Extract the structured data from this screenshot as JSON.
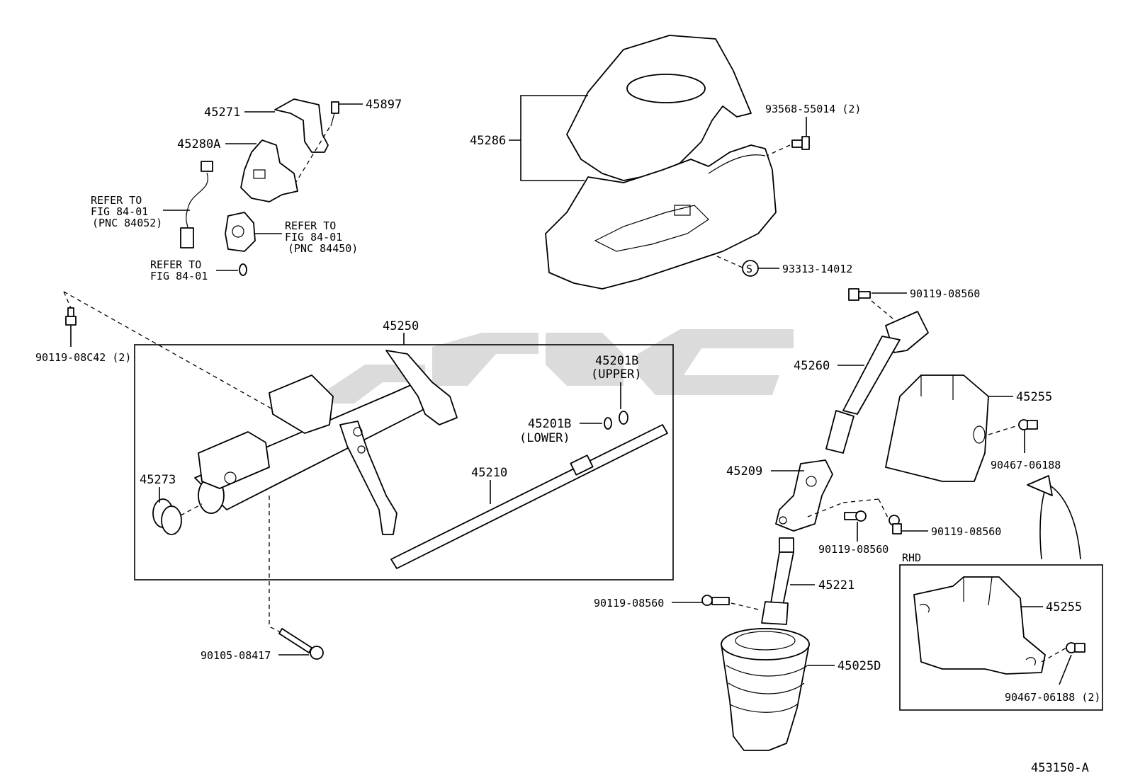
{
  "diagram_id": "453150-A",
  "parts": {
    "p45271": "45271",
    "p45897": "45897",
    "p45280A": "45280A",
    "p45286": "45286",
    "p93568": "93568-55014 (2)",
    "p93313": "93313-14012",
    "p90119_08C42": "90119-08C42 (2)",
    "p45250": "45250",
    "p45201B_upper_num": "45201B",
    "p45201B_upper_tag": "(UPPER)",
    "p45201B_lower_num": "45201B",
    "p45201B_lower_tag": "(LOWER)",
    "p45273": "45273",
    "p45210": "45210",
    "p90105": "90105-08417",
    "p90119_top": "90119-08560",
    "p45260": "45260",
    "p45255": "45255",
    "p90467": "90467-06188",
    "p45209": "45209",
    "p90119_mid": "90119-08560",
    "p90119_right": "90119-08560",
    "p45221": "45221",
    "p90119_lower": "90119-08560",
    "p45025D": "45025D",
    "p45255_rhd": "45255",
    "p90467_rhd": "90467-06188 (2)",
    "rhd": "RHD",
    "circle_s": "S"
  },
  "refs": {
    "ref1": [
      "REFER TO",
      "FIG 84-01",
      "(PNC 84052)"
    ],
    "ref2": [
      "REFER TO",
      "FIG 84-01",
      "(PNC 84450)"
    ],
    "ref3": [
      "REFER TO",
      "FIG 84-01"
    ]
  }
}
